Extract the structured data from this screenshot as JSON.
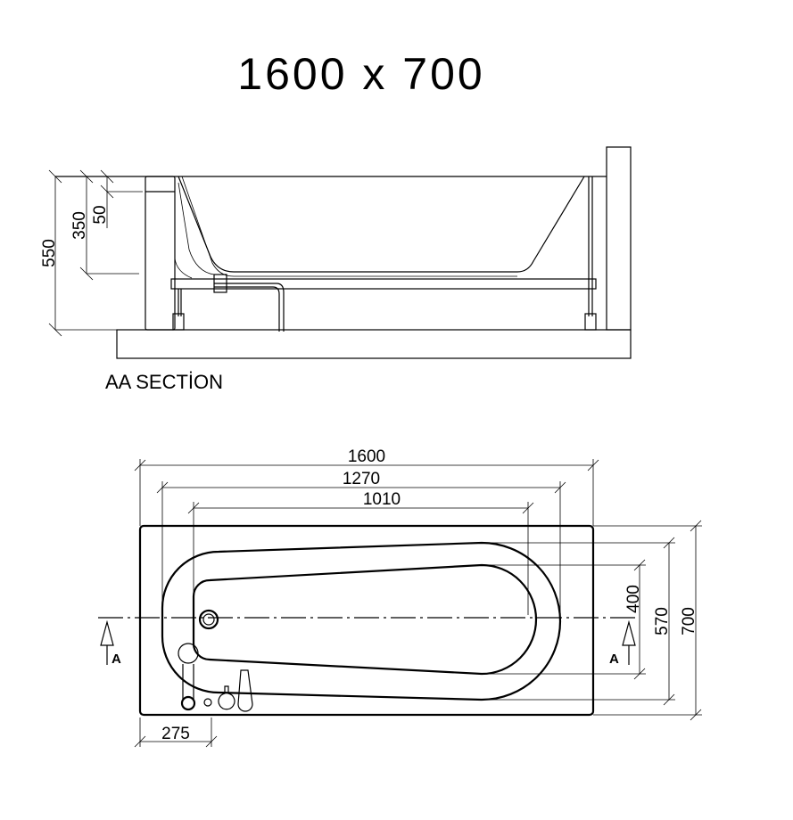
{
  "title": "1600 x 700",
  "section": {
    "caption": "AA SECTİON",
    "dims": {
      "total_height": "550",
      "depth": "350",
      "rim": "50"
    }
  },
  "plan": {
    "dims": {
      "length": "1600",
      "outer_basin_length": "1270",
      "inner_basin_length": "1010",
      "inner_basin_width": "400",
      "outer_basin_width": "570",
      "width": "700",
      "tap_offset": "275"
    },
    "section_marks": [
      "A",
      "A"
    ]
  }
}
